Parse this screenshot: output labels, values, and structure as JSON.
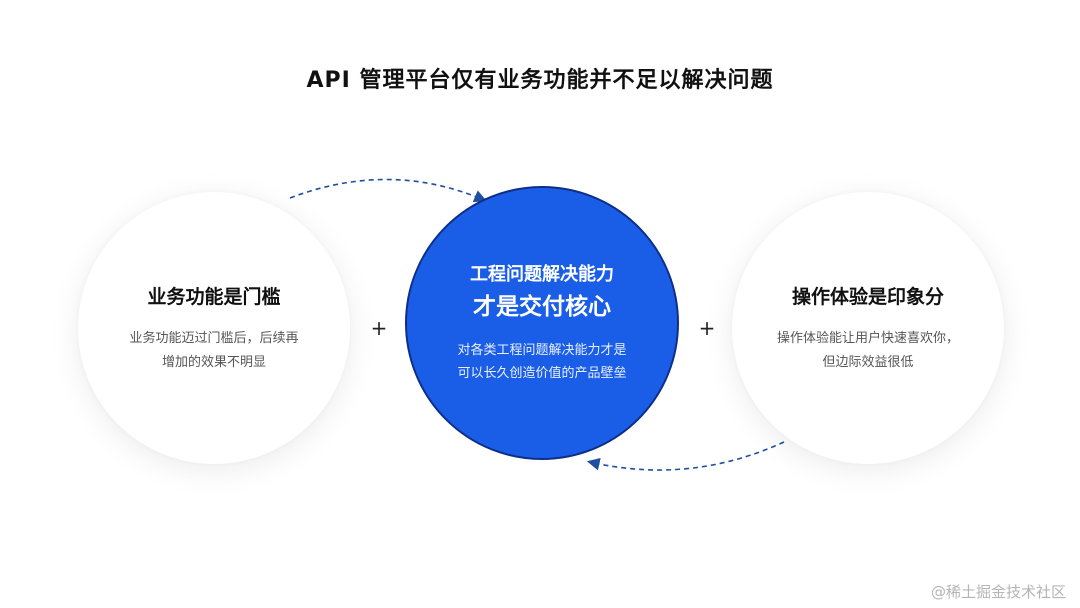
{
  "title": "API 管理平台仅有业务功能并不足以解决问题",
  "left": {
    "heading": "业务功能是门槛",
    "body_line1": "业务功能迈过门槛后，后续再",
    "body_line2": "增加的效果不明显"
  },
  "center": {
    "heading_line1": "工程问题解决能力",
    "heading_line2": "才是交付核心",
    "body_line1": "对各类工程问题解决能力才是",
    "body_line2": "可以长久创造价值的产品壁垒"
  },
  "right": {
    "heading": "操作体验是印象分",
    "body_line1": "操作体验能让用户快速喜欢你，",
    "body_line2": "但边际效益很低"
  },
  "operators": {
    "plus": "+"
  },
  "watermark": "@稀土掘金技术社区",
  "colors": {
    "accent": "#1a5ee8",
    "arrow": "#1f4f9e"
  }
}
